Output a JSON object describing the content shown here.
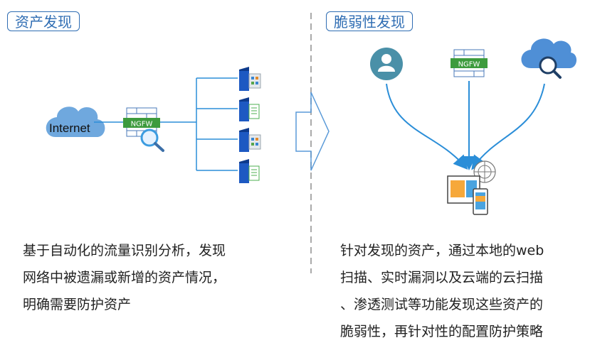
{
  "left": {
    "title": "资产发现",
    "cloud_label": "Internet",
    "firewall_label": "NGFW",
    "description_lines": [
      "基于自动化的流量识别分析，发现",
      "网络中被遗漏或新增的资产情况，",
      "明确需要防护资产"
    ]
  },
  "right": {
    "title": "脆弱性发现",
    "firewall_label": "NGFW",
    "description_lines": [
      "针对发现的资产，通过本地的web",
      "扫描、实时漏洞以及云端的云扫描",
      "、渗透测试等功能发现这些资产的",
      "脆弱性，再针对性的配置防护策略"
    ]
  },
  "colors": {
    "accent": "#2f6db3",
    "line": "#2b8ed8",
    "cloud": "#6fa8de",
    "cloud_right": "#4f8fd6",
    "user_circle": "#4a90a8"
  }
}
